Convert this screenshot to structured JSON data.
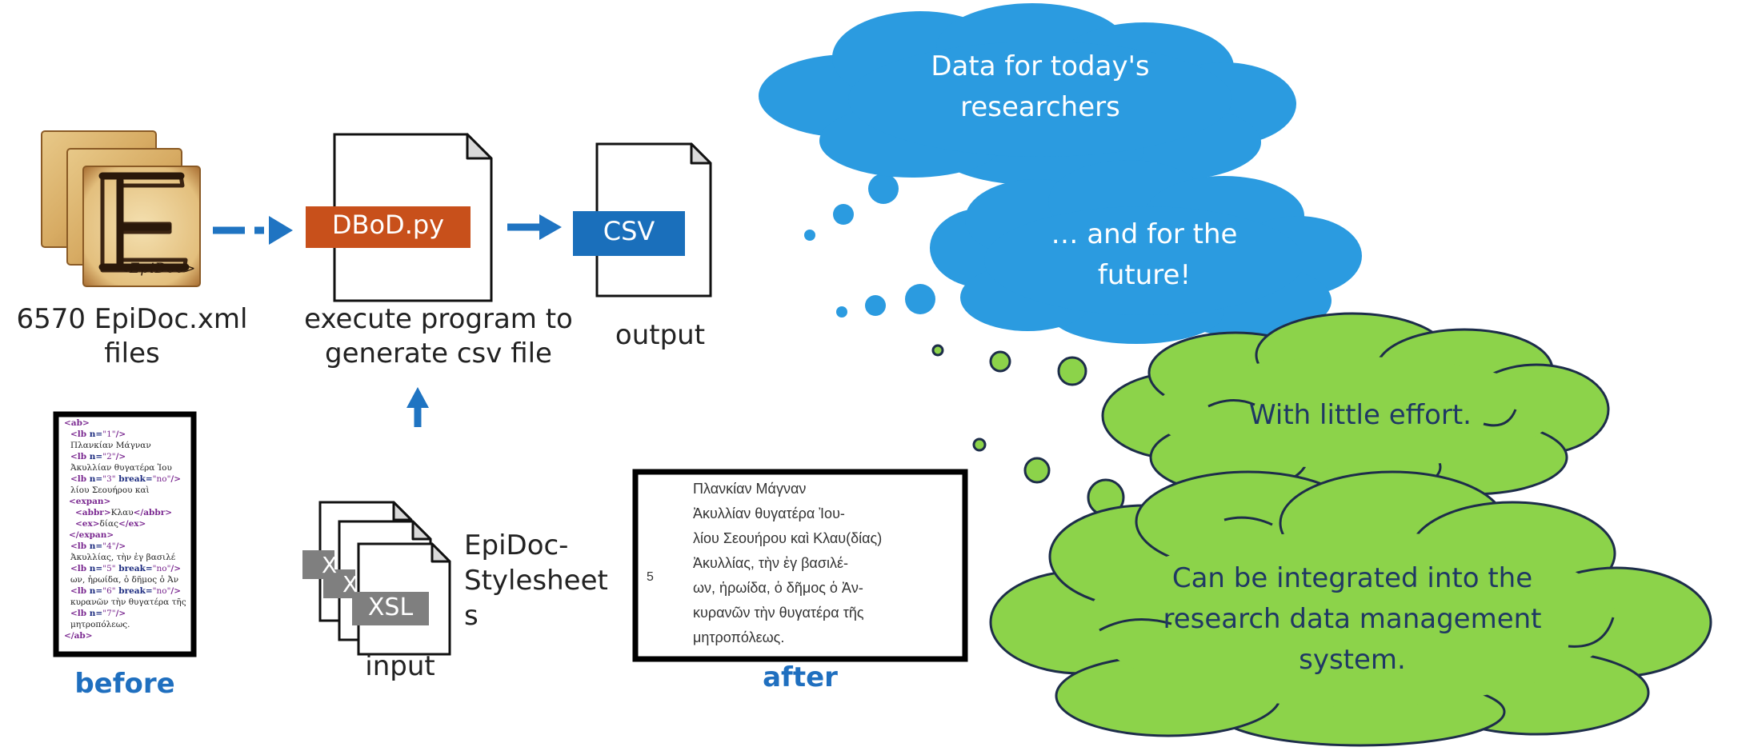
{
  "nodes": {
    "epidoc_files_label": "6570 EpiDoc.xml files",
    "epidoc_logo_text": "<EpiDoc>",
    "program_box_label": "DBoD.py",
    "program_caption": "execute program to generate csv file",
    "csv_box_label": "CSV",
    "output_caption": "output",
    "stylesheet_doc_label": "XSL",
    "stylesheets_caption": "EpiDoc-Stylesheets",
    "input_caption": "input",
    "before_label": "before",
    "after_label": "after"
  },
  "before_code": [
    {
      "t": "tag",
      "text": "<ab>"
    },
    {
      "t": "lb",
      "n": "1"
    },
    {
      "t": "greek",
      "text": "Πλανκίαν Μάγναν"
    },
    {
      "t": "lb",
      "n": "2"
    },
    {
      "t": "greek",
      "text": "Ἀκυλλίαν θυγατέρα Ἰου"
    },
    {
      "t": "lbb",
      "n": "3",
      "b": "no"
    },
    {
      "t": "greek",
      "text": "λίου Σεουήρου καὶ"
    },
    {
      "t": "tag",
      "text": "<expan>"
    },
    {
      "t": "abbr",
      "text": "Κλαυ"
    },
    {
      "t": "ex",
      "text": "δίας"
    },
    {
      "t": "tag",
      "text": "</expan>"
    },
    {
      "t": "lb",
      "n": "4"
    },
    {
      "t": "greek",
      "text": "Ἀκυλλίας, τὴν ἐγ βασιλέ"
    },
    {
      "t": "lbb",
      "n": "5",
      "b": "no"
    },
    {
      "t": "greek",
      "text": "ων, ἡρωίδα, ὁ δῆμος ὁ Ἀν"
    },
    {
      "t": "lbb",
      "n": "6",
      "b": "no"
    },
    {
      "t": "greek",
      "text": "κυρανῶν τὴν θυγατέρα τῆς"
    },
    {
      "t": "lb",
      "n": "7"
    },
    {
      "t": "greek",
      "text": "μητροπόλεως."
    },
    {
      "t": "tag",
      "text": "</ab>"
    }
  ],
  "after_text": {
    "lines": [
      "Πλανκίαν Μάγναν",
      "Ἀκυλλίαν θυγατέρα Ἰου-",
      "λίου Σεουήρου καὶ Κλαυ(δίας)",
      "Ἀκυλλίας, τὴν ἐγ βασιλέ-",
      "ων, ἡρωίδα, ὁ δῆμος ὁ Ἀν-",
      "κυρανῶν τὴν θυγατέρα τῆς",
      "μητροπόλεως."
    ],
    "line_number": "5"
  },
  "clouds": {
    "blue_1": "Data for today's researchers",
    "blue_2": "… and for the future!",
    "green_1": "With little effort.",
    "green_2": "Can be integrated into the research data management system."
  },
  "colors": {
    "arrow_blue": "#1f74c2",
    "program_orange": "#c8501b",
    "csv_blue": "#1a6fbb",
    "cloud_blue": "#2b9be0",
    "cloud_green": "#8cd34a",
    "caption_blue": "#1f6fbf"
  }
}
